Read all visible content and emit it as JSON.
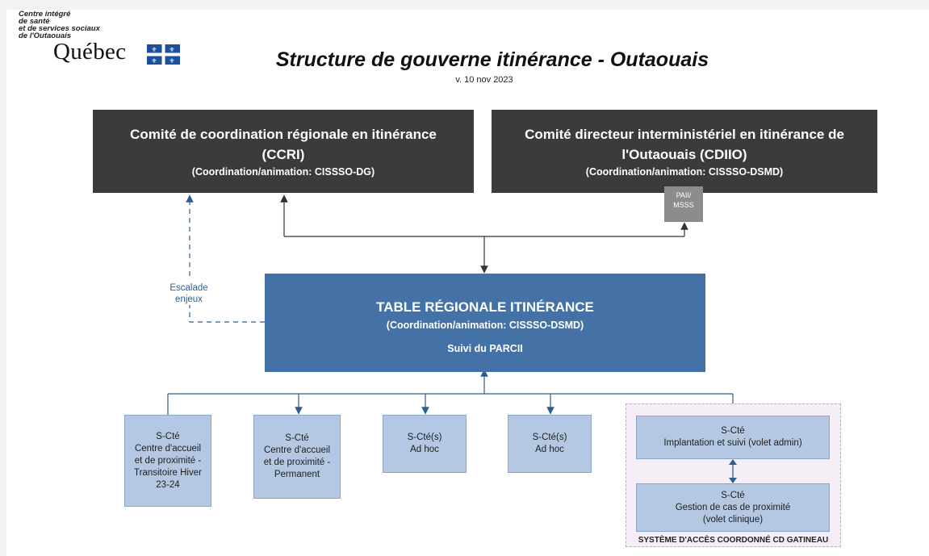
{
  "logo": {
    "lines": [
      "Centre intégré",
      "de santé",
      "et de services sociaux",
      "de l'Outaouais"
    ],
    "word": "Québec",
    "flag_icon": "quebec-flag-icon",
    "colors": {
      "flag_blue": "#1d4fa0"
    }
  },
  "header": {
    "title": "Structure de gouverne itinérance - Outaouais",
    "version": "v. 10 nov 2023"
  },
  "ccri": {
    "line1": "Comité de coordination régionale en itinérance",
    "line2": "(CCRI)",
    "line3": "(Coordination/animation: CISSSO-DG)"
  },
  "cdiio": {
    "line1": "Comité directeur interministériel en itinérance de",
    "line2": "l'Outaouais (CDIIO)",
    "line3": "(Coordination/animation: CISSSO-DSMD)"
  },
  "paii_tag": "PAII/\nMSSS",
  "escalade": "Escalade\nenjeux",
  "table": {
    "line1": "TABLE RÉGIONALE ITINÉRANCE",
    "line2": "(Coordination/animation: CISSSO-DSMD)",
    "line3": "Suivi du PARCII"
  },
  "subcommittees": [
    "S-Cté\nCentre d'accueil\net de proximité -\nTransitoire Hiver\n23-24",
    "S-Cté\nCentre d'accueil\net de proximité -\nPermanent",
    "S-Cté(s)\nAd hoc",
    "S-Cté(s)\nAd hoc"
  ],
  "gatineau": {
    "implantation": "S-Cté\nImplantation et suivi (volet admin)",
    "gestion": "S-Cté\nGestion de cas de proximité\n(volet clinique)",
    "label": "SYSTÈME D'ACCÈS COORDONNÉ CD GATINEAU"
  },
  "colors": {
    "dark_box": "#3b3b3b",
    "blue_box": "#4472a6",
    "sub_box": "#b4c8e4",
    "connector": "#2f5e8e",
    "frame": "#c4a8c6"
  }
}
